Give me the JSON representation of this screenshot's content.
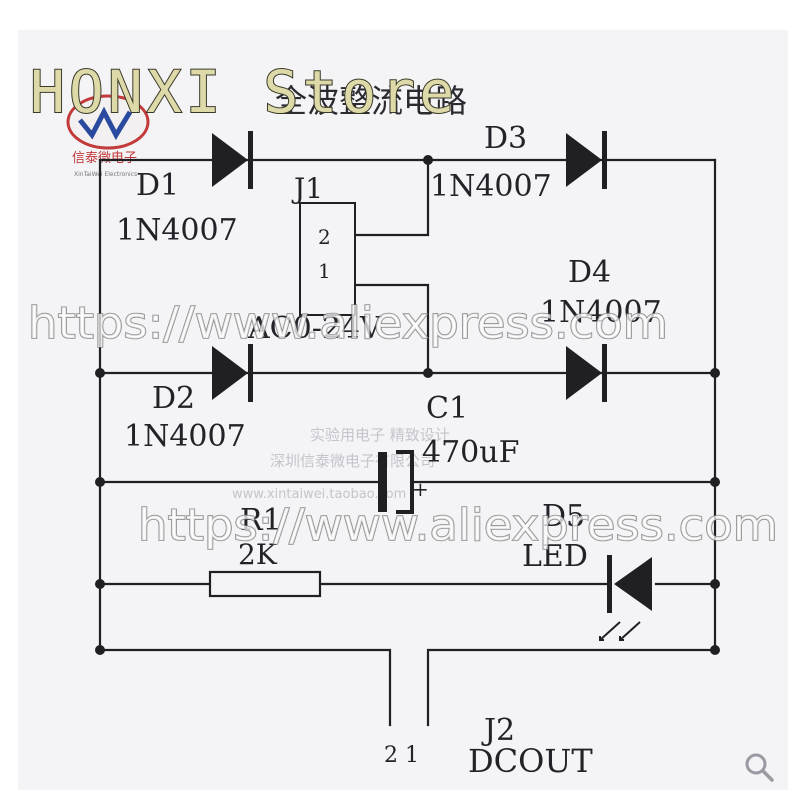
{
  "title": "全波整流电路",
  "watermark_store": "HONXI Store",
  "watermark_url": "https://www.aliexpress.com",
  "logo": {
    "name": "信泰微电子",
    "sub": "XinTaiWei Electronics"
  },
  "components": {
    "d1": {
      "ref": "D1",
      "part": "1N4007"
    },
    "d2": {
      "ref": "D2",
      "part": "1N4007"
    },
    "d3": {
      "ref": "D3",
      "part": "1N4007"
    },
    "d4": {
      "ref": "D4",
      "part": "1N4007"
    },
    "j1": {
      "ref": "J1",
      "pin2": "2",
      "pin1": "1",
      "voltage": "AC0-24V"
    },
    "c1": {
      "ref": "C1",
      "value": "470uF",
      "plus": "+"
    },
    "r1": {
      "ref": "R1",
      "value": "2K"
    },
    "d5": {
      "ref": "D5",
      "type": "LED"
    },
    "j2": {
      "ref": "J2",
      "pins": "2 1",
      "label": "DCOUT"
    }
  },
  "faint_text": {
    "line1": "实验用电子 精致设计",
    "line2": "深圳信泰微电子有限公司",
    "line3": "www.xintaiwei.taobao.com"
  },
  "icons": {
    "zoom": "zoom-icon"
  }
}
